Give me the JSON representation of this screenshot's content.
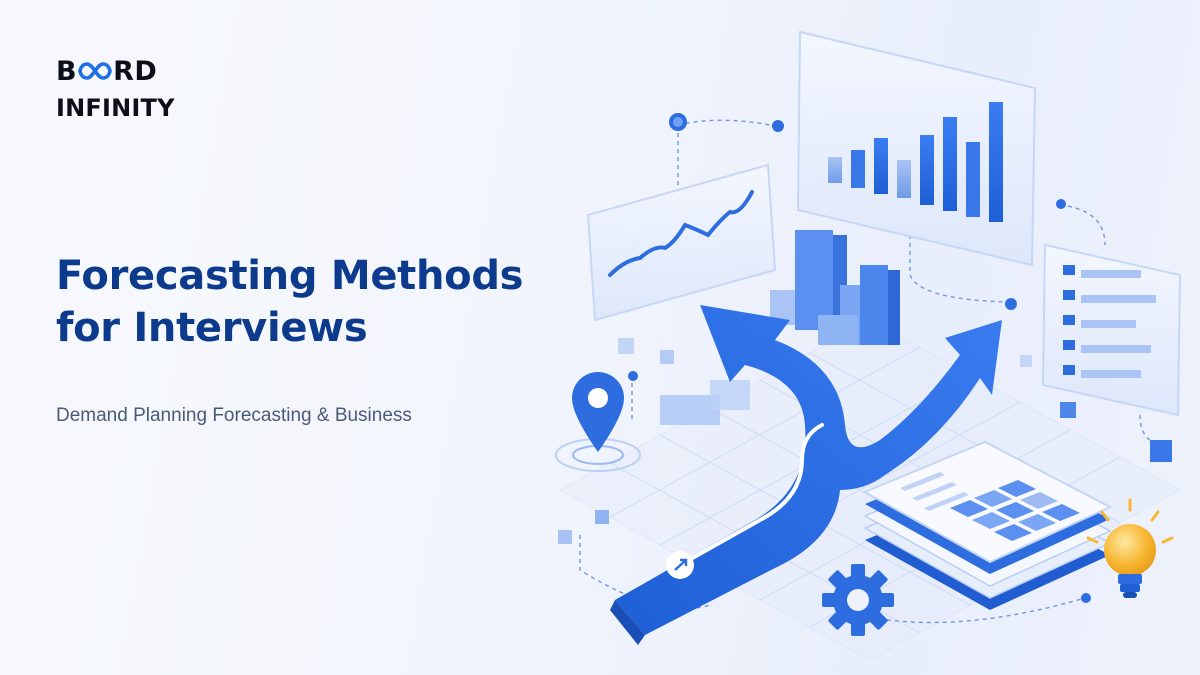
{
  "brand": {
    "line1_start": "B",
    "line1_end": "RD",
    "line2": "INFINITY"
  },
  "hero": {
    "title_line1": "Forecasting Methods",
    "title_line2": "for Interviews",
    "subtitle": "Demand Planning Forecasting & Business"
  },
  "colors": {
    "title": "#0c3a8c",
    "accent_blue": "#2d6de0",
    "bulb_yellow": "#f7b733",
    "subtitle": "#4a5a78"
  },
  "illustration": {
    "icons": [
      "line-chart-icon",
      "bar-chart-icon",
      "list-panel-icon",
      "location-pin-icon",
      "arrow-icon",
      "spreadsheet-icon",
      "gear-icon",
      "lightbulb-icon"
    ]
  }
}
